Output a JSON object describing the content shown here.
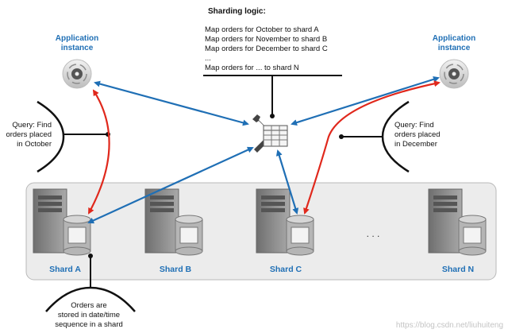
{
  "logic": {
    "title": "Sharding logic:",
    "lines": [
      "Map orders for October to shard A",
      "Map orders for November to shard B",
      "Map orders for December to shard C",
      "...",
      "Map orders for ... to shard N"
    ]
  },
  "app_left": {
    "line1": "Application",
    "line2": "instance"
  },
  "app_right": {
    "line1": "Application",
    "line2": "instance"
  },
  "query_left": {
    "lines": [
      "Query: Find",
      "orders placed",
      "in October"
    ]
  },
  "query_right": {
    "lines": [
      "Query: Find",
      "orders placed",
      "in December"
    ]
  },
  "shards": {
    "a": "Shard A",
    "b": "Shard B",
    "c": "Shard C",
    "n": "Shard N",
    "ellipsis": ". . ."
  },
  "note": {
    "lines": [
      "Orders are",
      "stored in date/time",
      "sequence in a shard"
    ]
  },
  "watermark": "https://blog.csdn.net/liuhuiteng",
  "colors": {
    "accent_blue": "#1f6fb5",
    "arrow_red": "#e0281c",
    "panel": "#ececec",
    "server": "#8a8a8a"
  }
}
